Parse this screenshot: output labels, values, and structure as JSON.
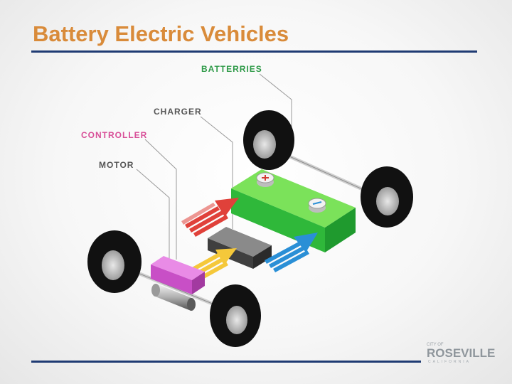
{
  "slide": {
    "title": "Battery Electric Vehicles"
  },
  "diagram": {
    "labels": {
      "batteries": "BATTERRIES",
      "charger": "CHARGER",
      "controller": "CONTROLLER",
      "motor": "MOTOR"
    },
    "colors": {
      "battery": "#3cc43c",
      "controller": "#d65ad6",
      "charger_box": "#4a4a4a",
      "arrow_red": "#e0413a",
      "arrow_blue": "#2a8fd6",
      "arrow_yellow": "#f5c83a",
      "tire": "#111111",
      "label_gray": "#555555",
      "label_pink": "#d84f98",
      "label_green": "#2e9a48"
    }
  },
  "logo": {
    "prefix": "CITY OF",
    "name": "ROSEVILLE",
    "state": "CALIFORNIA"
  },
  "theme": {
    "title_color": "#d98b3a",
    "rule_color": "#1f3b73"
  }
}
